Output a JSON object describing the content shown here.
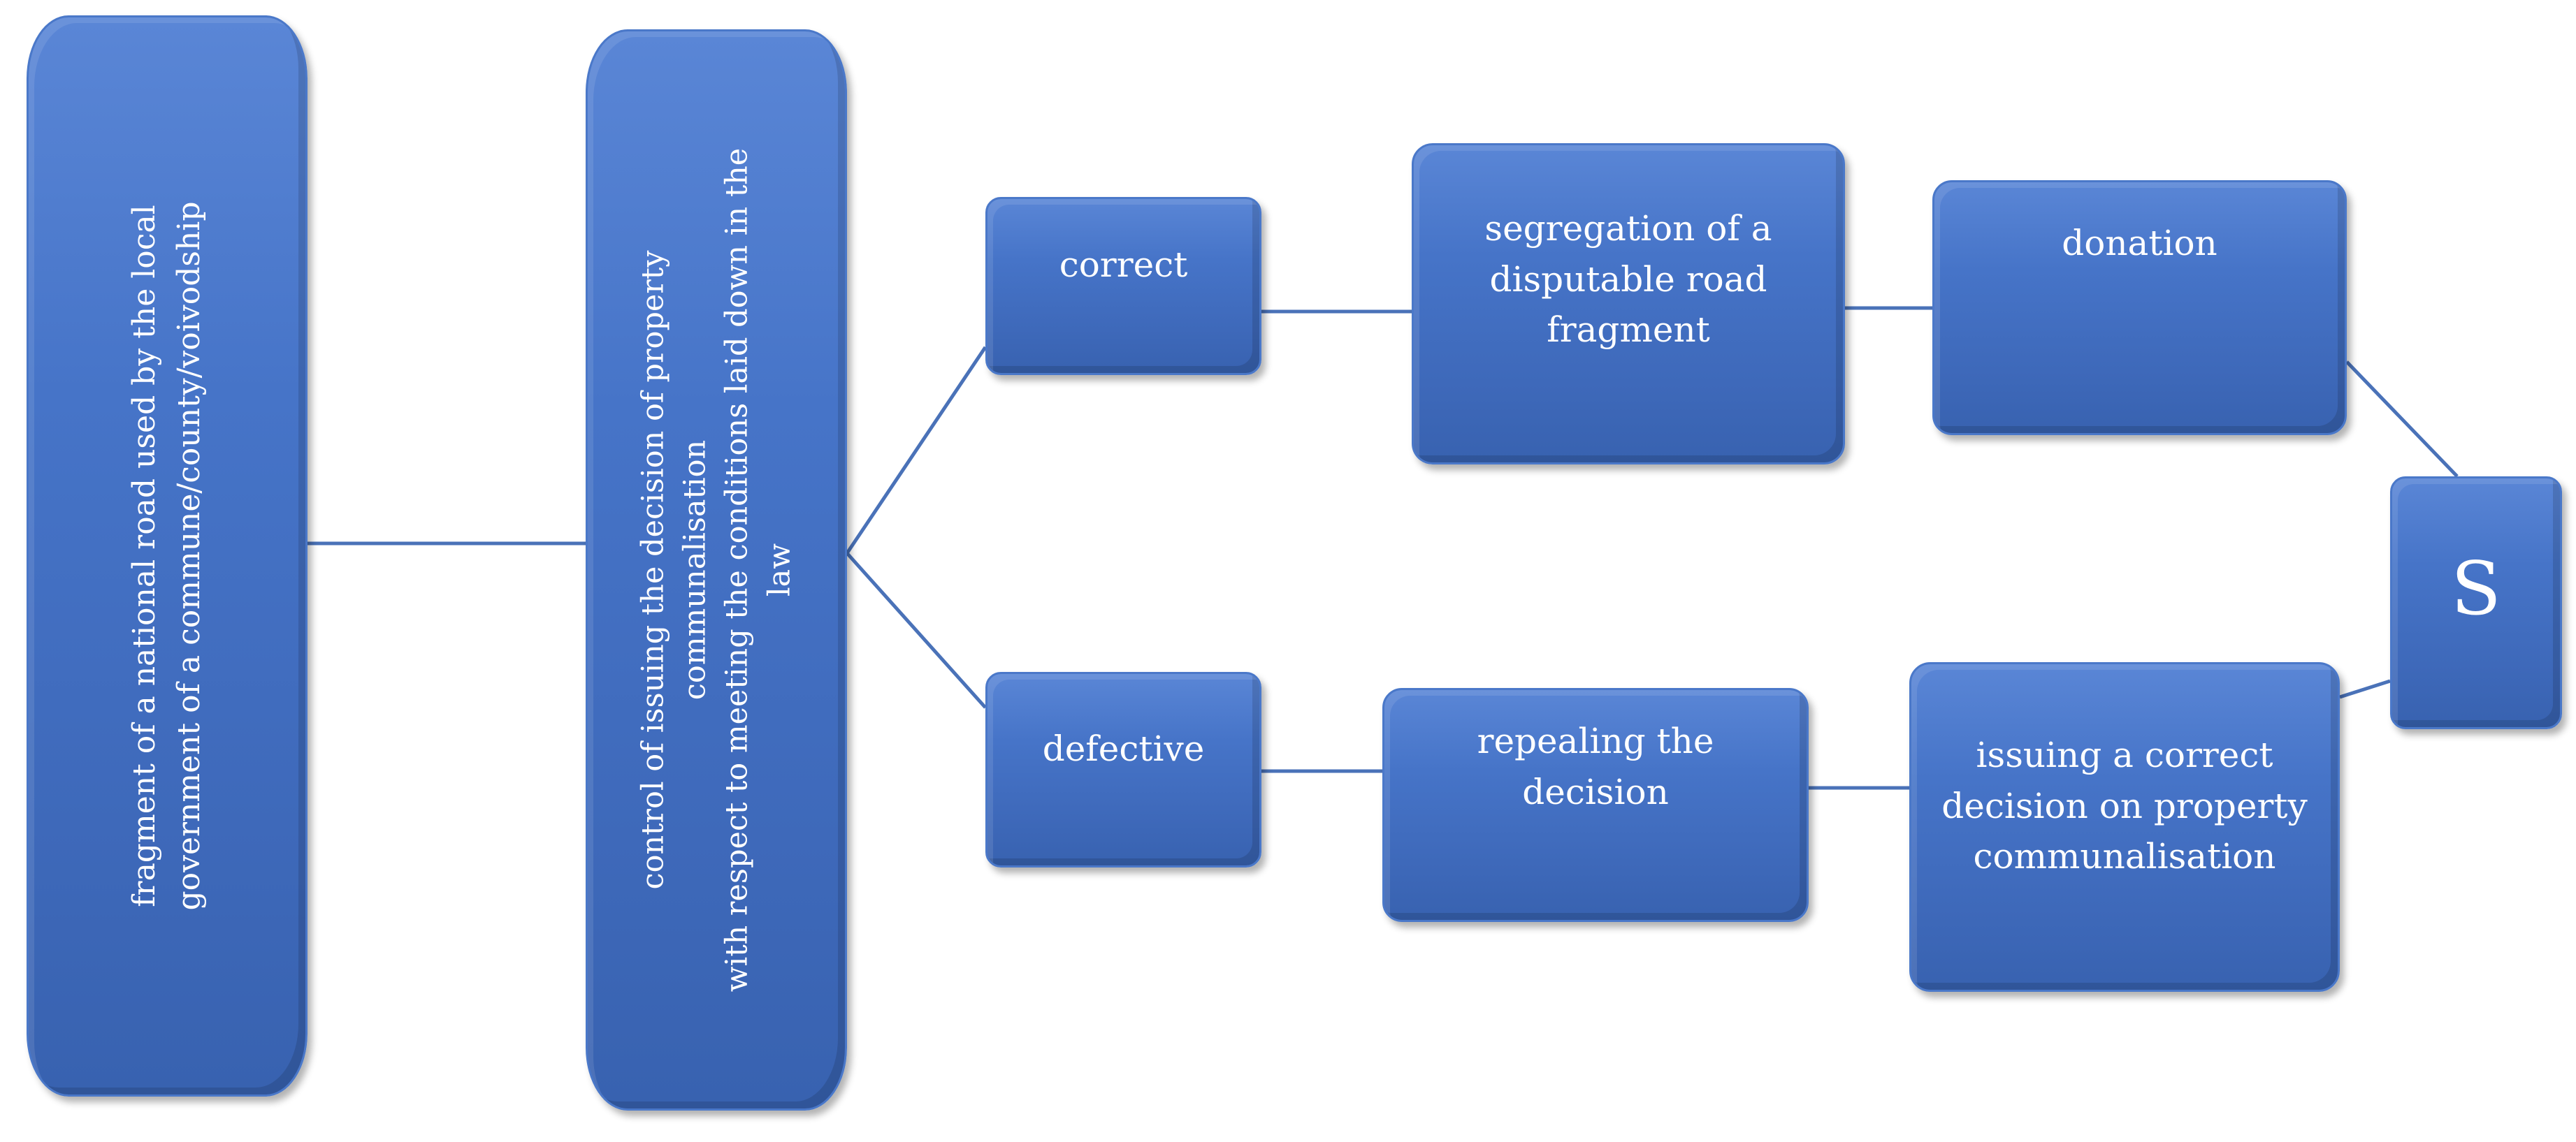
{
  "nodes": {
    "road_fragment": {
      "text": "fragment of a national road used by the local\ngovernment of a commune/county/voivodship"
    },
    "control": {
      "text": "control of issuing the decision of property\ncommunalisation\nwith respect to meeting the conditions laid down in the\nlaw"
    },
    "correct": {
      "text": "correct"
    },
    "defective": {
      "text": "defective"
    },
    "segregation": {
      "text": "segregation of a\ndisputable road\nfragment"
    },
    "donation": {
      "text": "donation"
    },
    "repealing": {
      "text": "repealing the\ndecision"
    },
    "issuing": {
      "text": "issuing a correct\ndecision on property\ncommunalisation"
    },
    "s": {
      "text": "S"
    }
  },
  "edges": [
    [
      "road_fragment",
      "control"
    ],
    [
      "control",
      "correct"
    ],
    [
      "control",
      "defective"
    ],
    [
      "correct",
      "segregation"
    ],
    [
      "segregation",
      "donation"
    ],
    [
      "donation",
      "s"
    ],
    [
      "defective",
      "repealing"
    ],
    [
      "repealing",
      "issuing"
    ],
    [
      "issuing",
      "s"
    ]
  ],
  "colors": {
    "box_fill": "#4472c4",
    "connector": "#4a72b8",
    "text": "#ffffff"
  }
}
